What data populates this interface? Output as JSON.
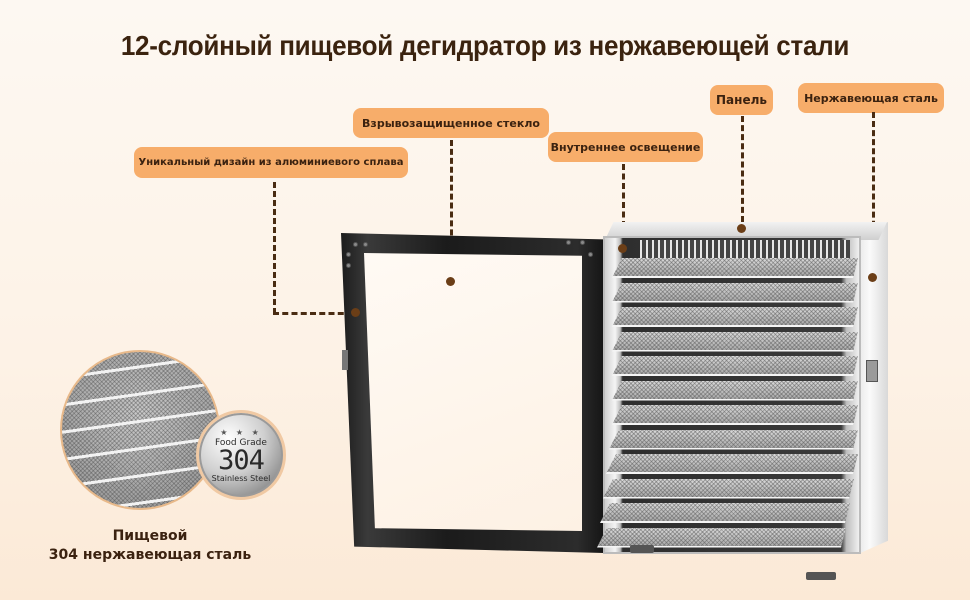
{
  "title": "12-слойный пищевой дегидратор из нержавеющей стали",
  "callouts": [
    {
      "id": "aluminum",
      "label": "Уникальный дизайн из алюминиевого сплава"
    },
    {
      "id": "glass",
      "label": "Взрывозащищенное стекло"
    },
    {
      "id": "lighting",
      "label": "Внутреннее освещение"
    },
    {
      "id": "panel",
      "label": "Панель"
    },
    {
      "id": "steel",
      "label": "Нержавеющая сталь"
    }
  ],
  "badge": {
    "stars": "★ ★ ★",
    "line1": "Food Grade",
    "number": "304",
    "line2": "Stainless Steel"
  },
  "caption": {
    "line1": "Пищевой",
    "line2": "304 нержавеющая сталь"
  },
  "product": {
    "tray_count": 12
  },
  "colors": {
    "callout_bg": "#f7ad6a",
    "text_dark": "#3b2210",
    "connector": "#4a2c12",
    "background": "#fdf4ea"
  }
}
